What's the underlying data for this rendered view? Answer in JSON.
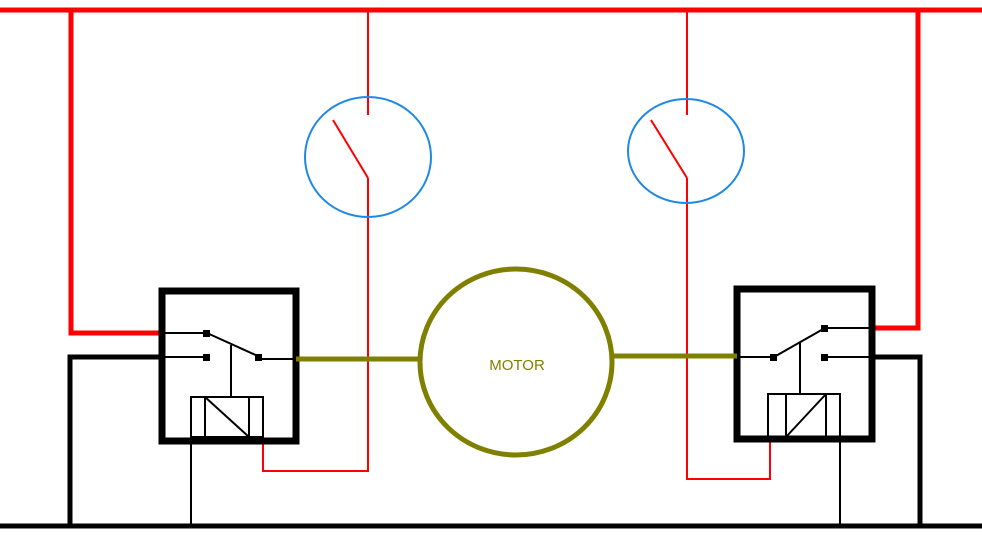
{
  "motor": {
    "label": "MOTOR"
  },
  "colors": {
    "positive_wire": "#ff0000",
    "ground_wire": "#000000",
    "motor": "#808000",
    "switch_outline": "#1e88e5",
    "relay": "#000000",
    "signal_wire": "#ff0000"
  },
  "components": {
    "left_switch": "push-switch",
    "right_switch": "push-switch",
    "left_relay": "spdt-relay",
    "right_relay": "spdt-relay",
    "motor": "dc-motor"
  }
}
